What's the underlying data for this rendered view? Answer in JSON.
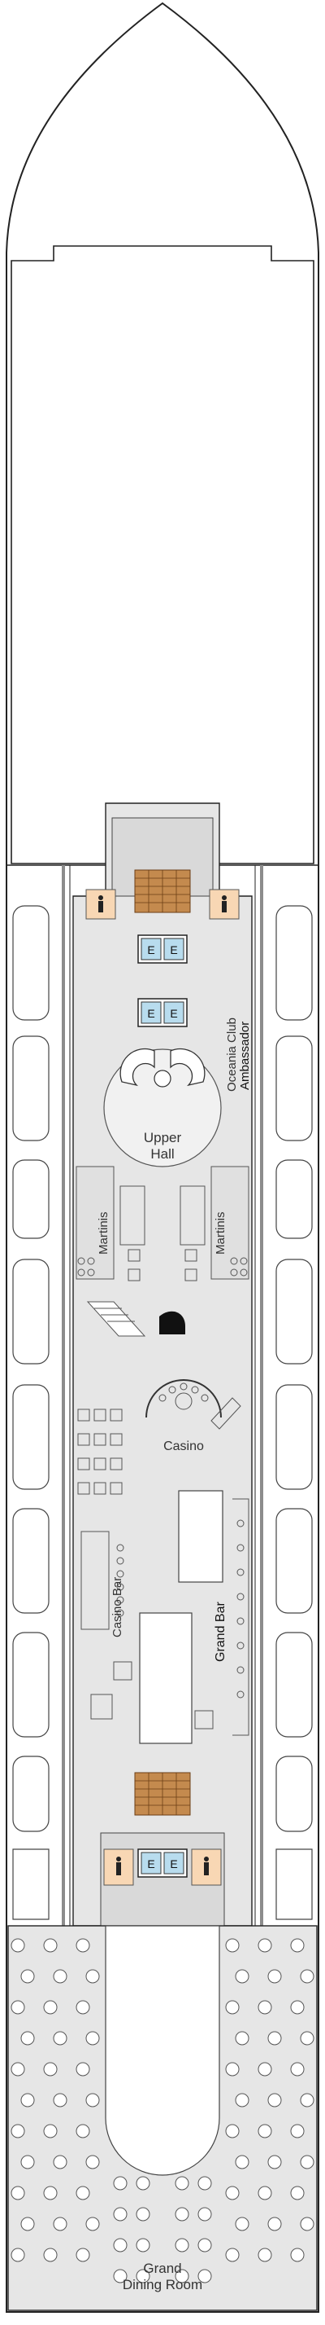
{
  "colors": {
    "outline": "#222222",
    "deck_floor": "#e6e6e6",
    "public_floor": "#d9d9d9",
    "rail": "#8c8c8c",
    "stairs": "#c48a4e",
    "elevator": "#b8dcee",
    "restroom": "#f8d7b4",
    "furniture": "#6b6b6b",
    "seating_area": "#c6c6c6"
  },
  "labels": {
    "upper_hall": [
      "Upper",
      "Hall"
    ],
    "martinis": "Martinis",
    "oceania_club": "Oceania Club",
    "ambassador": "Ambassador",
    "casino": "Casino",
    "casino_bar": "Casino Bar",
    "grand_bar": "Grand Bar",
    "grand_dining_room": [
      "Grand",
      "Dining Room"
    ]
  },
  "icons": {
    "elevator_letter": "E",
    "restroom": "restroom-icon",
    "piano": "piano-icon"
  }
}
